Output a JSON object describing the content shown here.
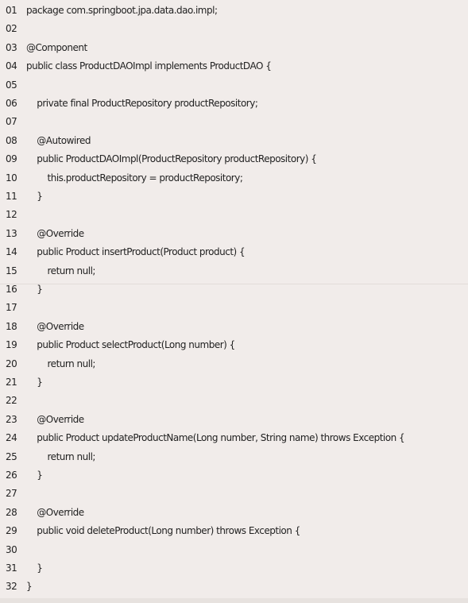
{
  "code": {
    "lines": [
      {
        "number": "01",
        "text": "package com.springboot.jpa.data.dao.impl;"
      },
      {
        "number": "02",
        "text": ""
      },
      {
        "number": "03",
        "text": "@Component"
      },
      {
        "number": "04",
        "text": "public class ProductDAOImpl implements ProductDAO {"
      },
      {
        "number": "05",
        "text": ""
      },
      {
        "number": "06",
        "text": "    private final ProductRepository productRepository;"
      },
      {
        "number": "07",
        "text": ""
      },
      {
        "number": "08",
        "text": "    @Autowired"
      },
      {
        "number": "09",
        "text": "    public ProductDAOImpl(ProductRepository productRepository) {"
      },
      {
        "number": "10",
        "text": "        this.productRepository = productRepository;"
      },
      {
        "number": "11",
        "text": "    }"
      },
      {
        "number": "12",
        "text": ""
      },
      {
        "number": "13",
        "text": "    @Override"
      },
      {
        "number": "14",
        "text": "    public Product insertProduct(Product product) {"
      },
      {
        "number": "15",
        "text": "        return null;"
      },
      {
        "number": "16",
        "text": "    }"
      },
      {
        "number": "17",
        "text": ""
      },
      {
        "number": "18",
        "text": "    @Override"
      },
      {
        "number": "19",
        "text": "    public Product selectProduct(Long number) {"
      },
      {
        "number": "20",
        "text": "        return null;"
      },
      {
        "number": "21",
        "text": "    }"
      },
      {
        "number": "22",
        "text": ""
      },
      {
        "number": "23",
        "text": "    @Override"
      },
      {
        "number": "24",
        "text": "    public Product updateProductName(Long number, String name) throws Exception {"
      },
      {
        "number": "25",
        "text": "        return null;"
      },
      {
        "number": "26",
        "text": "    }"
      },
      {
        "number": "27",
        "text": ""
      },
      {
        "number": "28",
        "text": "    @Override"
      },
      {
        "number": "29",
        "text": "    public void deleteProduct(Long number) throws Exception {"
      },
      {
        "number": "30",
        "text": ""
      },
      {
        "number": "31",
        "text": "    }"
      },
      {
        "number": "32",
        "text": "}"
      }
    ]
  }
}
